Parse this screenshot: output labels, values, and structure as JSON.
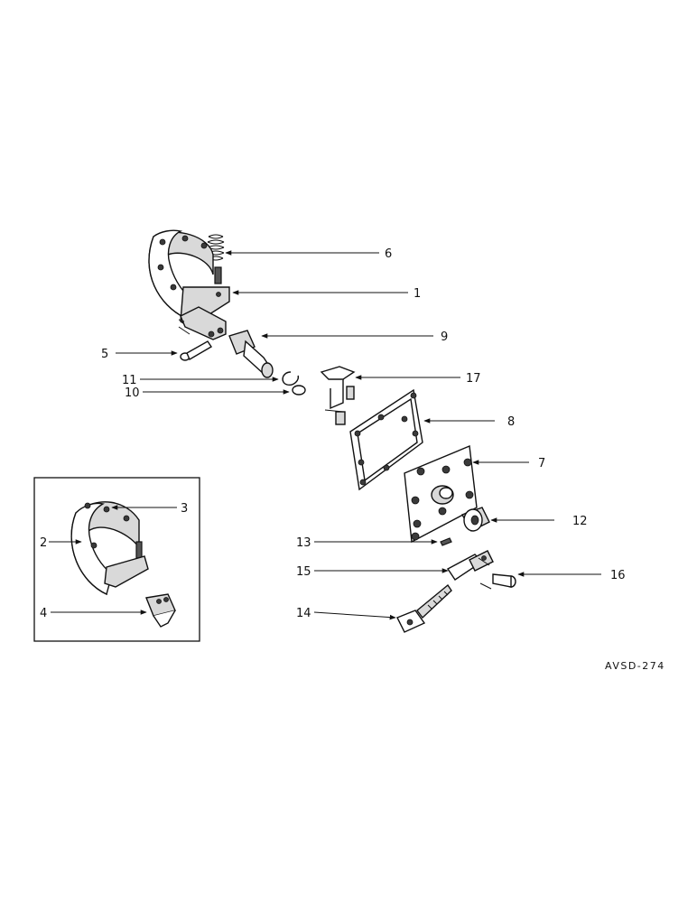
{
  "drawing_code": "AVSD-274",
  "callouts": {
    "c1": "1",
    "c2": "2",
    "c3": "3",
    "c4": "4",
    "c5": "5",
    "c6": "6",
    "c7": "7",
    "c8": "8",
    "c9": "9",
    "c10": "10",
    "c11": "11",
    "c12": "12",
    "c13": "13",
    "c14": "14",
    "c15": "15",
    "c16": "16",
    "c17": "17"
  }
}
